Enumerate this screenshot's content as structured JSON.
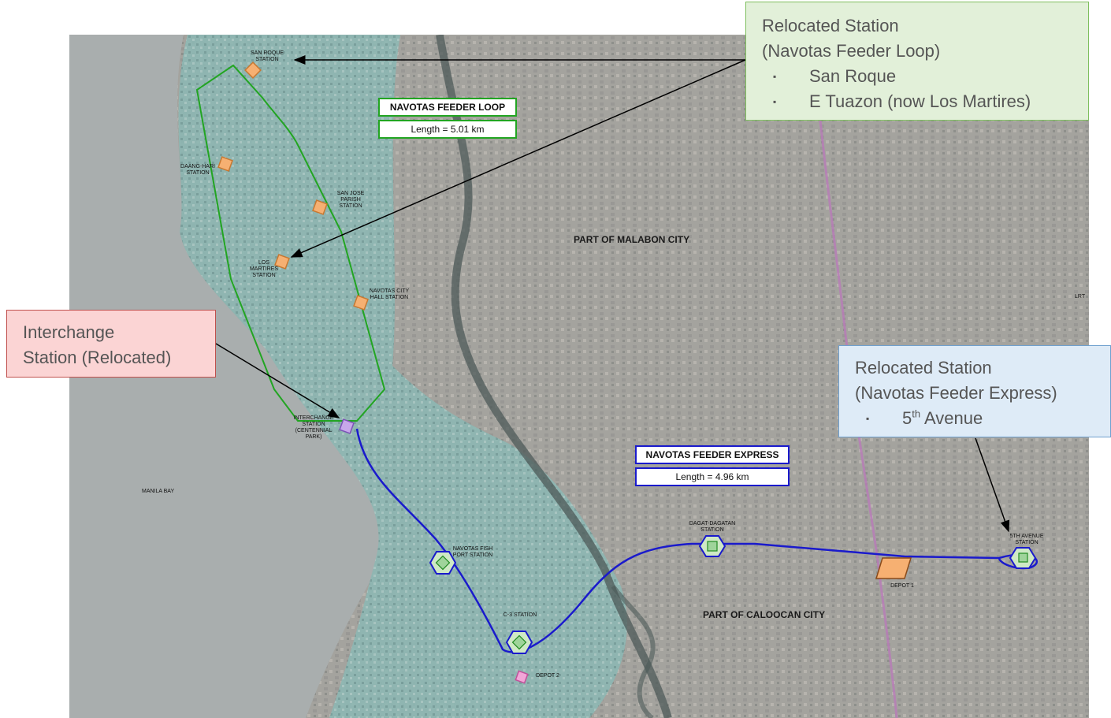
{
  "map": {
    "area_labels": {
      "malabon": "PART OF MALABON CITY",
      "caloocan": "PART OF CALOOCAN CITY",
      "manila_bay": "MANILA BAY",
      "lrt": "LRT"
    },
    "loop_box": {
      "title": "NAVOTAS FEEDER LOOP",
      "length": "Length = 5.01 km",
      "color": "#22a522"
    },
    "express_box": {
      "title": "NAVOTAS FEEDER EXPRESS",
      "length": "Length = 4.96 km",
      "color": "#1a1acc"
    },
    "loop_stations": [
      {
        "name": "SAN ROQUE STATION"
      },
      {
        "name": "DAANG-HARI STATION"
      },
      {
        "name": "SAN JOSE PARISH STATION"
      },
      {
        "name": "LOS MARTIRES STATION"
      },
      {
        "name": "NAVOTAS CITY HALL STATION"
      }
    ],
    "interchange": {
      "name": "INTERCHANGE STATION (CENTENNIAL PARK)"
    },
    "express_stations": [
      {
        "name": "NAVOTAS FISH PORT STATION"
      },
      {
        "name": "C-3 STATION"
      },
      {
        "name": "DAGAT-DAGATAN STATION"
      },
      {
        "name": "5TH AVENUE STATION"
      }
    ],
    "depots": [
      {
        "name": "DEPOT 1"
      },
      {
        "name": "DEPOT 2"
      }
    ]
  },
  "callouts": {
    "loop": {
      "title_line1": "Relocated Station",
      "title_line2": "(Navotas Feeder Loop)",
      "bullet": "▪",
      "items": [
        "San Roque",
        "E Tuazon (now Los Martires)"
      ],
      "bg": "#e2f0d9",
      "border": "#7fbf5f"
    },
    "interchange": {
      "line1": "Interchange",
      "line2": "Station (Relocated)",
      "bg": "#fbd4d4",
      "border": "#c0504d"
    },
    "express": {
      "title_line1": "Relocated Station",
      "title_line2": "(Navotas Feeder Express)",
      "bullet": "▪",
      "item_number": "5",
      "item_sup": "th",
      "item_rest": " Avenue",
      "bg": "#deebf7",
      "border": "#6fa0cf"
    }
  }
}
